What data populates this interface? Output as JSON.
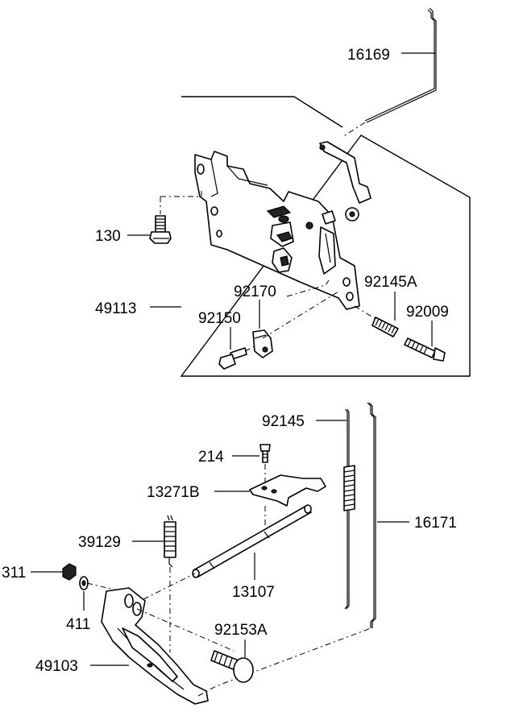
{
  "labels": {
    "p16169": "16169",
    "p130": "130",
    "p49113": "49113",
    "p92170": "92170",
    "p92145A": "92145A",
    "p92150": "92150",
    "p92009": "92009",
    "p92145": "92145",
    "p214": "214",
    "p13271B": "13271B",
    "p16171": "16171",
    "p39129": "39129",
    "p311": "311",
    "p13107": "13107",
    "p411": "411",
    "p92153A": "92153A",
    "p49103": "49103"
  }
}
